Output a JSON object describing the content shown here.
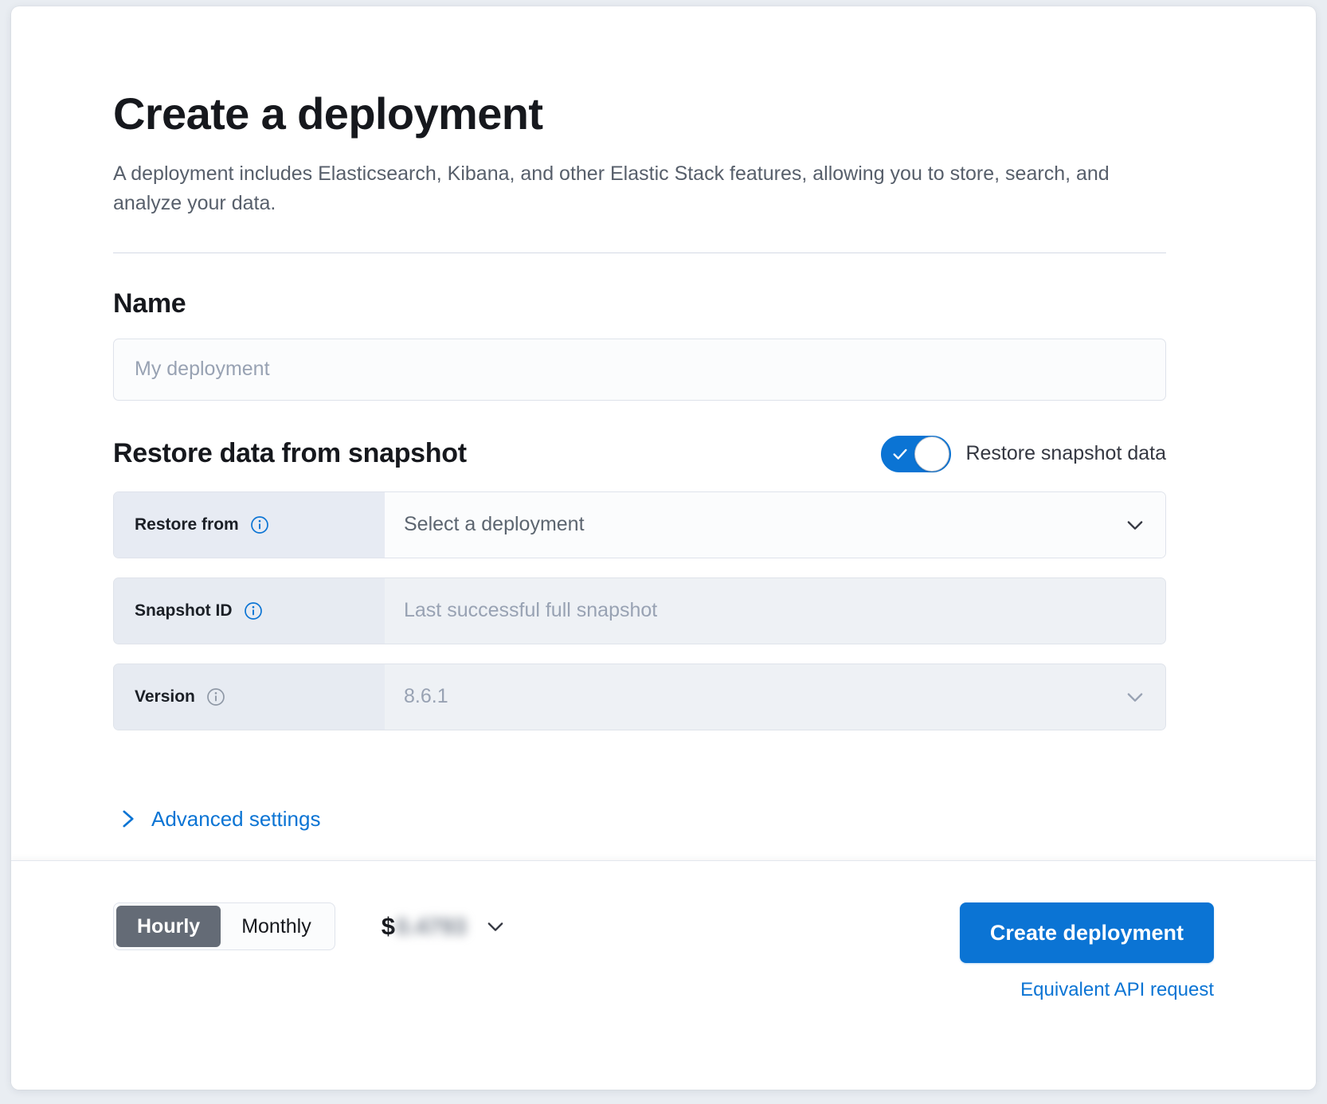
{
  "header": {
    "title": "Create a deployment",
    "subtitle": "A deployment includes Elasticsearch, Kibana, and other Elastic Stack features, allowing you to store, search, and analyze your data."
  },
  "name_section": {
    "title": "Name",
    "input_placeholder": "My deployment",
    "input_value": ""
  },
  "snapshot_section": {
    "title": "Restore data from snapshot",
    "toggle_label": "Restore snapshot data",
    "toggle_on": true,
    "toggle_color": "#0b74d4",
    "rows": [
      {
        "label": "Restore from",
        "value": "Select a deployment",
        "disabled": false,
        "has_chevron": true,
        "info_icon": "info-icon",
        "info_color": "#0b74d4"
      },
      {
        "label": "Snapshot ID",
        "value": "Last successful full snapshot",
        "disabled": true,
        "has_chevron": false,
        "info_icon": "info-icon",
        "info_color": "#0b74d4"
      },
      {
        "label": "Version",
        "value": "8.6.1",
        "disabled": true,
        "has_chevron": true,
        "info_icon": "info-icon",
        "info_color": "#8f98a6"
      }
    ]
  },
  "advanced": {
    "label": "Advanced settings",
    "icon": "chevron-right-icon",
    "color": "#0b74d4"
  },
  "footer": {
    "billing_options": [
      {
        "label": "Hourly",
        "active": true
      },
      {
        "label": "Monthly",
        "active": false
      }
    ],
    "price_currency": "$",
    "price_value": "0.4793",
    "price_obscured": true,
    "price_chevron": "chevron-down-icon",
    "create_button": "Create deployment",
    "api_link": "Equivalent API request",
    "accent_color": "#0b74d4"
  }
}
